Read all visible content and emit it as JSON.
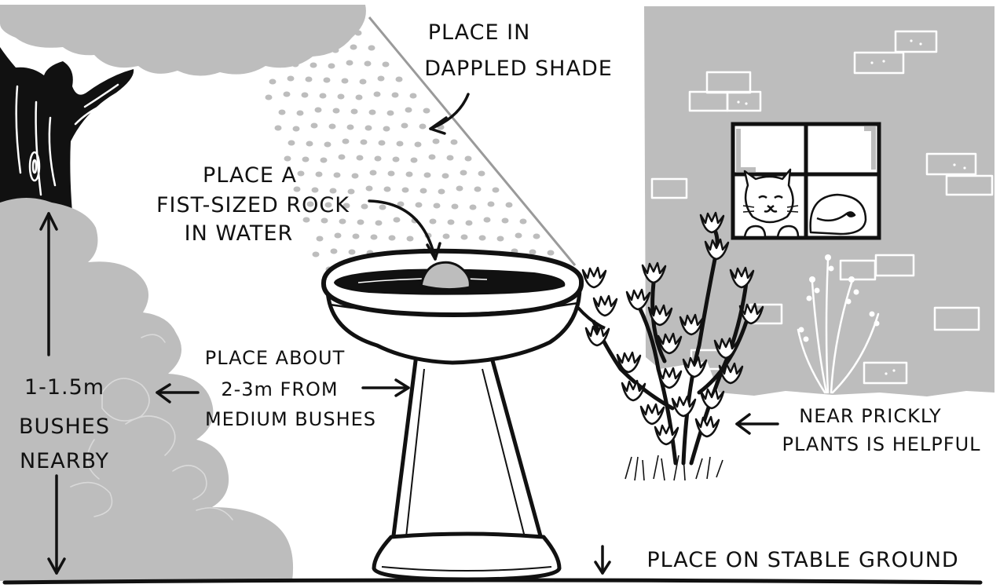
{
  "labels": {
    "shade_1": "PLACE IN",
    "shade_2": "DAPPLED SHADE",
    "rock_1": "PLACE A",
    "rock_2": "FIST-SIZED ROCK",
    "rock_3": "IN WATER",
    "distance_1": "PLACE ABOUT",
    "distance_2": "2-3m FROM",
    "distance_3": "MEDIUM BUSHES",
    "bushes_1": "1-1.5m",
    "bushes_2": "BUSHES",
    "bushes_3": "NEARBY",
    "prickly_1": "NEAR PRICKLY",
    "prickly_2": "PLANTS IS HELPFUL",
    "ground": "PLACE ON STABLE GROUND"
  },
  "colors": {
    "ink": "#111111",
    "shade": "#bdbdbd",
    "wall": "#bdbdbd",
    "paper": "#ffffff"
  },
  "icons": [
    "tree",
    "bushes",
    "birdbath",
    "rock",
    "prickly-plant",
    "grass-plant",
    "brick-wall",
    "window",
    "cat"
  ]
}
